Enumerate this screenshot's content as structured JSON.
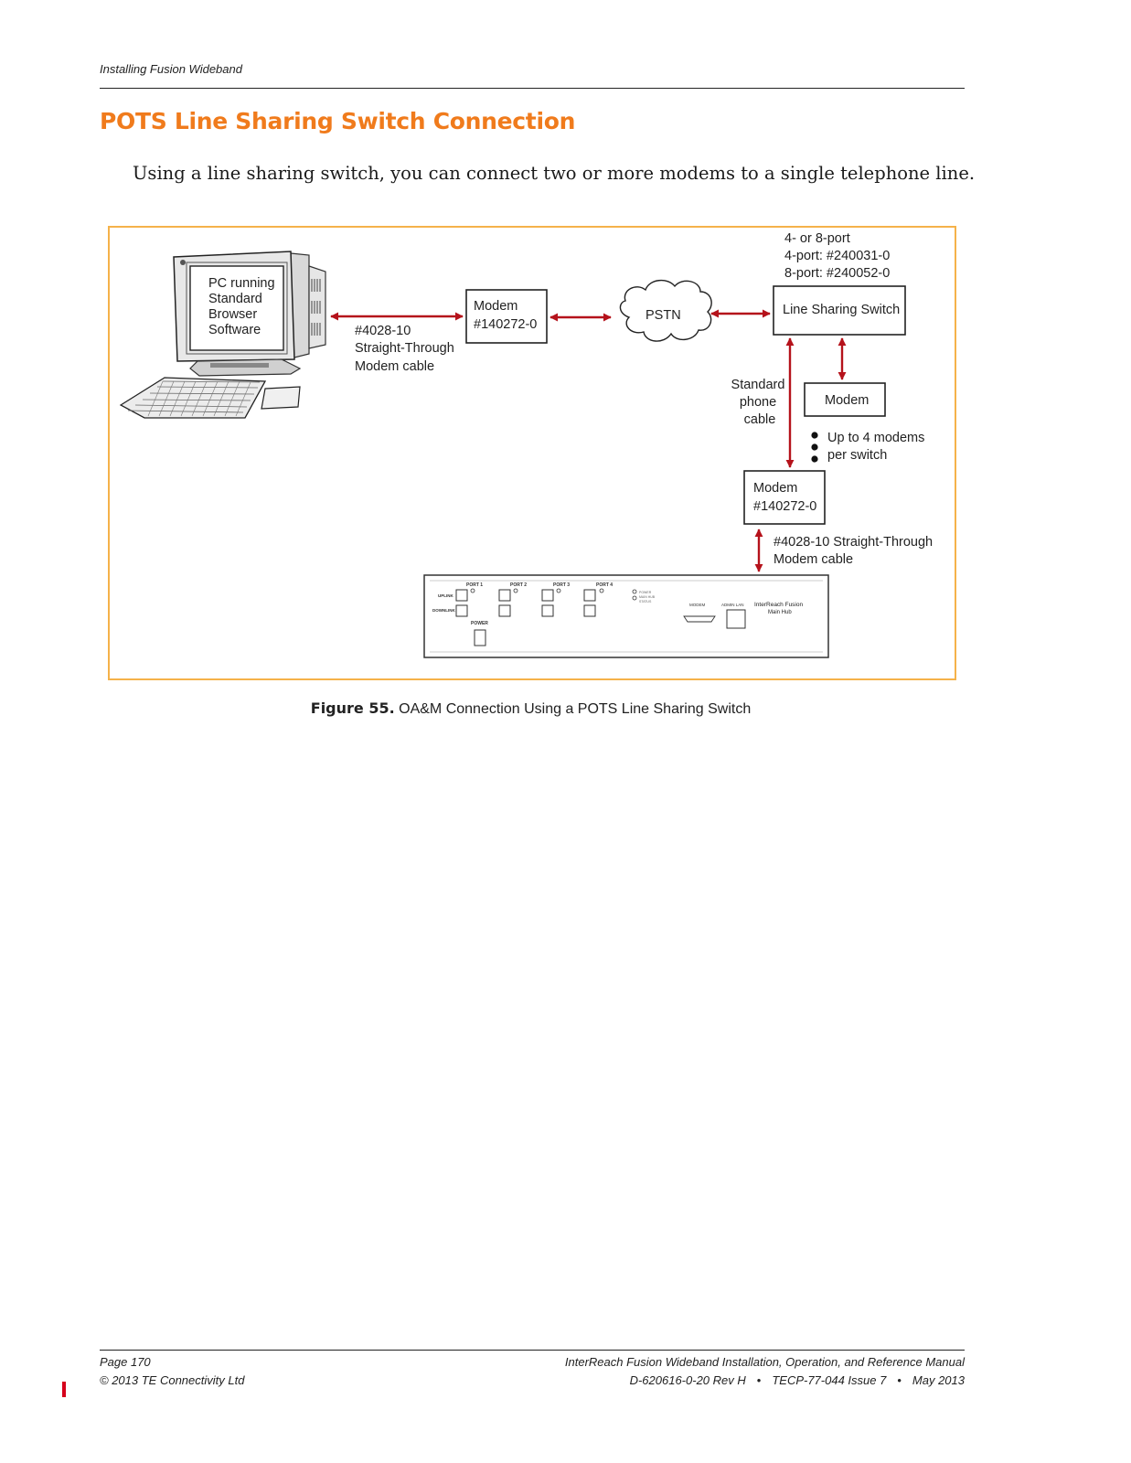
{
  "header": {
    "running_title": "Installing Fusion Wideband"
  },
  "section": {
    "title": "POTS Line Sharing Switch Connection",
    "intro": "Using a line sharing switch, you can connect two or more modems to a single telephone line."
  },
  "diagram": {
    "pc_label": [
      "PC running",
      "Standard",
      "Browser",
      "Software"
    ],
    "cable_left": [
      "#4028-10",
      "Straight-Through",
      "Modem cable"
    ],
    "modem_top": [
      "Modem",
      "#140272-0"
    ],
    "pstn": "PSTN",
    "switch_notes": [
      "4- or 8-port",
      "4-port: #240031-0",
      "8-port: #240052-0"
    ],
    "line_sharing_switch": "Line Sharing Switch",
    "phone_cable": [
      "Standard",
      "phone",
      "cable"
    ],
    "modem_right": "Modem",
    "modems_note": [
      "Up to 4 modems",
      "per switch"
    ],
    "modem_bottom": [
      "Modem",
      "#140272-0"
    ],
    "cable_bottom": [
      "#4028-10 Straight-Through",
      "Modem cable"
    ],
    "hub": {
      "ports": [
        "PORT 1",
        "PORT 2",
        "PORT 3",
        "PORT 4"
      ],
      "uplink": "UPLINK",
      "downlink": "DOWNLINK",
      "power": "POWER",
      "leds": [
        "POWER",
        "MAIN HUB",
        "STATUS"
      ],
      "modem": "MODEM",
      "admin_lan": "ADMIN LAN",
      "brand": "InterReach Fusion",
      "model": "Main Hub"
    },
    "colors": {
      "arrow": "#b5121b",
      "frame": "#f5b24a"
    }
  },
  "figure": {
    "number": "Figure 55.",
    "caption": "OA&M Connection Using a POTS Line Sharing Switch"
  },
  "footer": {
    "page": "Page 170",
    "copyright": "© 2013 TE Connectivity Ltd",
    "manual_title": "InterReach Fusion Wideband Installation, Operation, and Reference Manual",
    "doc_number": "D-620616-0-20 Rev H",
    "tecp": "TECP-77-044 Issue 7",
    "date": "May 2013",
    "separator": "•"
  }
}
